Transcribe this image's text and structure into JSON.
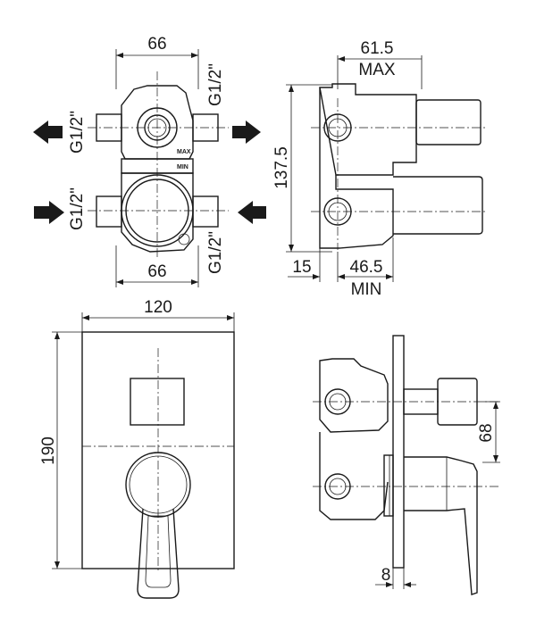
{
  "diagram": {
    "front_view": {
      "top_width": "66",
      "bottom_width": "66",
      "outlet_thread_left": "G1/2\"",
      "outlet_thread_right": "G1/2\"",
      "inlet_thread_left": "G1/2\"",
      "inlet_thread_right": "G1/2\"",
      "max_mark": "MAX",
      "min_mark": "MIN"
    },
    "side_view": {
      "max_depth": "61.5",
      "max_label": "MAX",
      "height": "137.5",
      "offset": "15",
      "min_depth": "46.5",
      "min_label": "MIN"
    },
    "plate_front": {
      "width": "120",
      "height": "190"
    },
    "assembly_side": {
      "axis_distance": "68",
      "plate_thickness": "8"
    }
  }
}
